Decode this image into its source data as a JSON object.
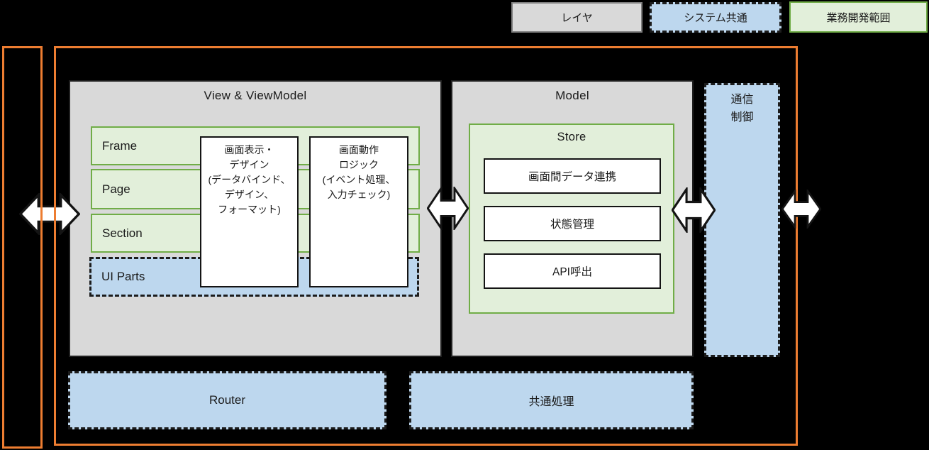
{
  "diagram": {
    "legend": [
      {
        "label": "レイヤ",
        "style": "layer"
      },
      {
        "label": "システム共通",
        "style": "system-common"
      },
      {
        "label": "業務開発範囲",
        "style": "business-dev-scope"
      }
    ],
    "view_viewmodel": {
      "title": "View & ViewModel",
      "frame_label": "Frame",
      "page_label": "Page",
      "section_label": "Section",
      "ui_parts_label": "UI Parts",
      "display_box_lines": [
        "画面表示・",
        "デザイン",
        "(データバインド、",
        "デザイン、",
        "フォーマット)"
      ],
      "logic_box_lines": [
        "画面動作",
        "ロジック",
        "(イベント処理、",
        "入力チェック)"
      ]
    },
    "model": {
      "title": "Model",
      "store_title": "Store",
      "items": [
        "画面間データ連携",
        "状態管理",
        "API呼出"
      ]
    },
    "comm_control_lines": [
      "通信",
      "制御"
    ],
    "router_label": "Router",
    "common_process_label": "共通処理",
    "colors": {
      "accent_orange": "#ED7D31",
      "green_border": "#70AD47",
      "green_fill": "#E2EFDA",
      "blue_fill": "#BDD7EE",
      "gray_fill": "#D9D9D9",
      "white": "#FFFFFF",
      "background": "#000000"
    }
  }
}
